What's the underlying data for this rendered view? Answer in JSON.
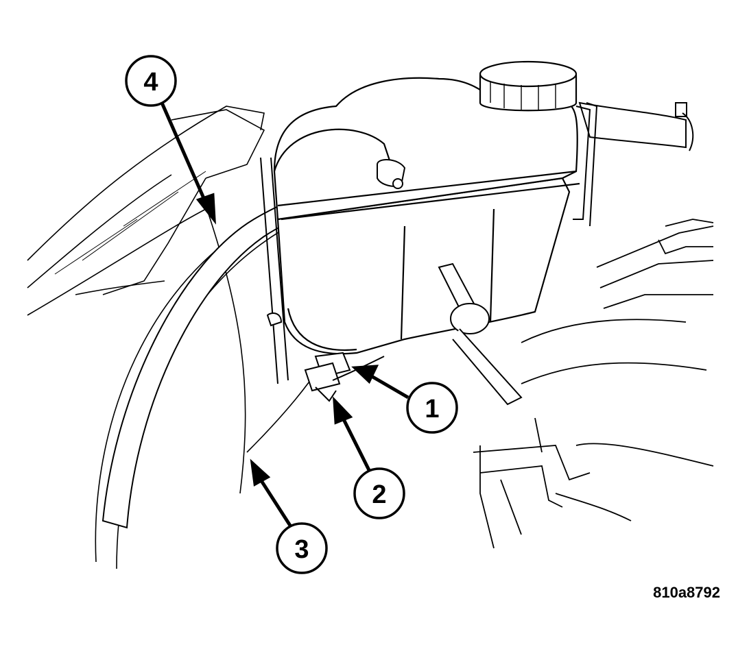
{
  "figure_id": "810a8792",
  "callouts": [
    {
      "label": "1"
    },
    {
      "label": "2"
    },
    {
      "label": "3"
    },
    {
      "label": "4"
    }
  ],
  "colors": {
    "line": "#000000",
    "background": "#ffffff"
  }
}
